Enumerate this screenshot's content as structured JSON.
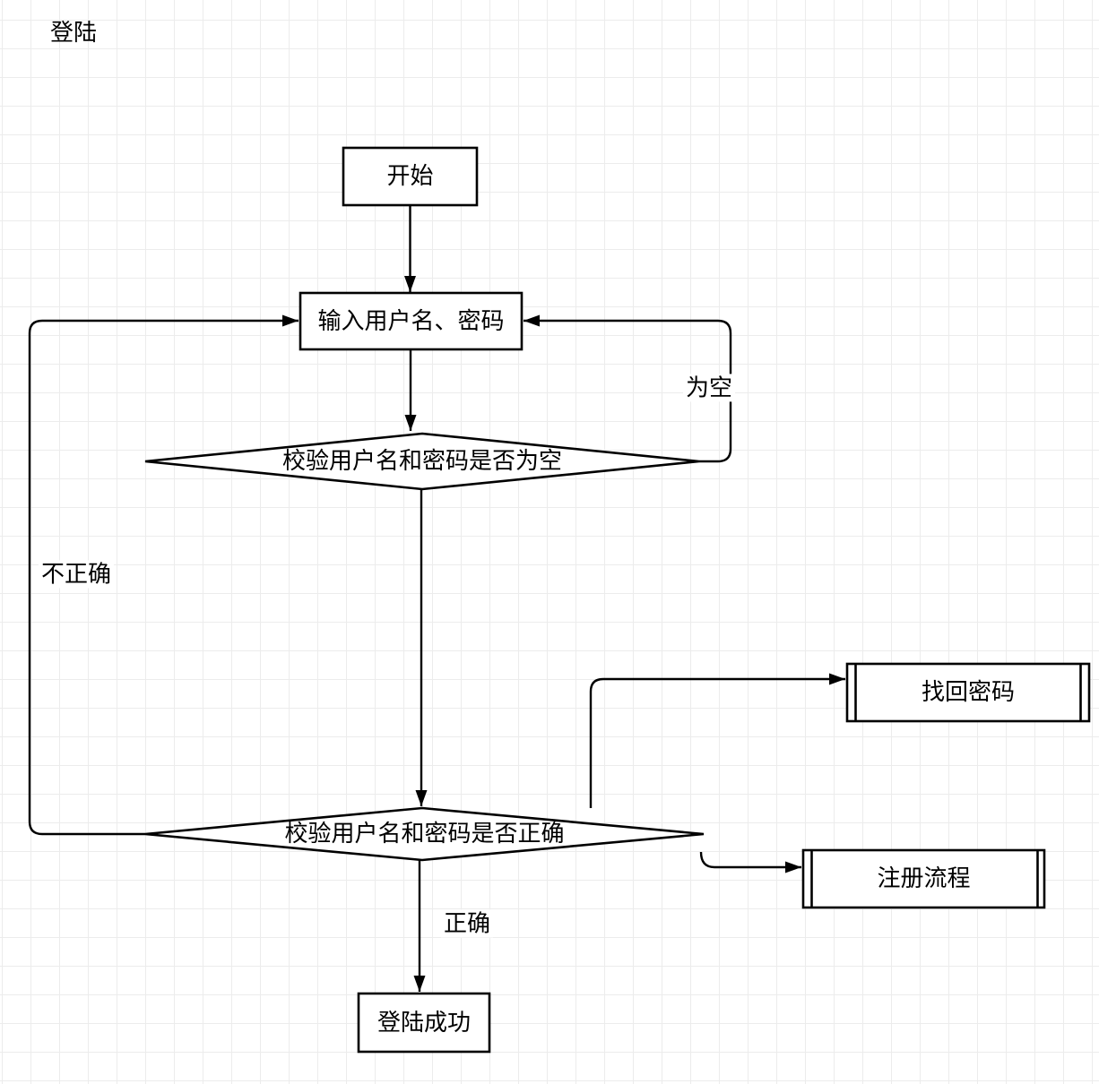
{
  "app": {
    "canvas_title": "登陆"
  },
  "colors": {
    "stroke": "#000000",
    "fill": "#ffffff",
    "grid": "#ececec",
    "text": "#000000",
    "bg": "#ffffff"
  },
  "nodes": {
    "start": {
      "label": "开始",
      "type": "process"
    },
    "input": {
      "label": "输入用户名、密码",
      "type": "process"
    },
    "check_empty": {
      "label": "校验用户名和密码是否为空",
      "type": "decision"
    },
    "check_correct": {
      "label": "校验用户名和密码是否正确",
      "type": "decision"
    },
    "find_password": {
      "label": "找回密码",
      "type": "subprocess"
    },
    "register": {
      "label": "注册流程",
      "type": "subprocess"
    },
    "success": {
      "label": "登陆成功",
      "type": "process"
    }
  },
  "edge_labels": {
    "empty": "为空",
    "incorrect": "不正确",
    "correct": "正确"
  }
}
